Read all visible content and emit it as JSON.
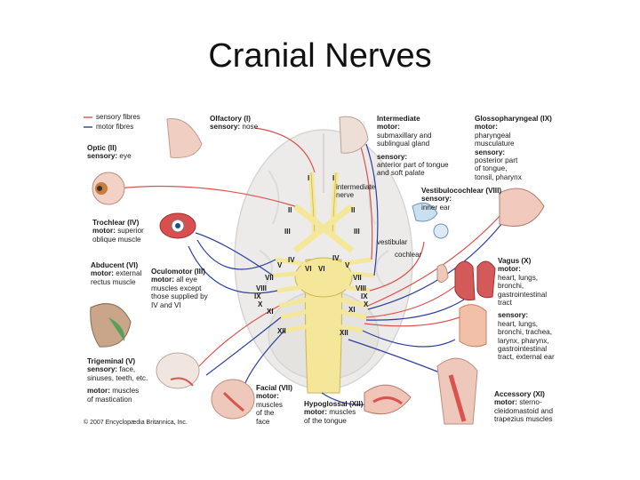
{
  "slide": {
    "title": "Cranial Nerves"
  },
  "legend": {
    "sensory": "sensory fibres",
    "motor": "motor fibres"
  },
  "colors": {
    "sensory": "#d9534f",
    "motor": "#2f3f9e",
    "nerve": "#f4e79a",
    "brain": "#ecebea"
  },
  "roman": [
    "I",
    "I",
    "II",
    "II",
    "III",
    "III",
    "IV",
    "IV",
    "V",
    "V",
    "VI",
    "VI",
    "VII",
    "VII",
    "VIII",
    "VIII",
    "IX",
    "IX",
    "X",
    "X",
    "XI",
    "XI",
    "XII",
    "XII"
  ],
  "nerve_labels": {
    "intermediate": [
      "intermediate",
      "nerve"
    ],
    "vestibular": "vestibular",
    "cochlear": "cochlear"
  },
  "nerves": {
    "olfactory": {
      "name": "Olfactory (I)",
      "lines": [
        [
          "sensory:",
          " nose"
        ]
      ]
    },
    "optic": {
      "name": "Optic (II)",
      "lines": [
        [
          "sensory:",
          " eye"
        ]
      ]
    },
    "trochlear": {
      "name": "Trochlear (IV)",
      "lines": [
        [
          "motor:",
          " superior"
        ],
        [
          "",
          "oblique muscle"
        ]
      ]
    },
    "abducent": {
      "name": "Abducent (VI)",
      "lines": [
        [
          "motor:",
          " external"
        ],
        [
          "",
          "rectus muscle"
        ]
      ]
    },
    "oculomotor": {
      "name": "Oculomotor (III)",
      "lines": [
        [
          "motor:",
          " all eye"
        ],
        [
          "",
          "muscles except"
        ],
        [
          "",
          "those supplied by"
        ],
        [
          "",
          "IV and VI"
        ]
      ]
    },
    "trigeminal": {
      "name": "Trigeminal (V)",
      "lines": [
        [
          "sensory:",
          " face,"
        ],
        [
          "",
          "sinuses, teeth, etc."
        ],
        [
          "",
          ""
        ],
        [
          "motor:",
          " muscles"
        ],
        [
          "",
          "of mastication"
        ]
      ]
    },
    "facial": {
      "name": "Facial (VII)",
      "lines": [
        [
          "motor:",
          ""
        ],
        [
          "",
          "muscles"
        ],
        [
          "",
          "of the"
        ],
        [
          "",
          "face"
        ]
      ]
    },
    "hypoglossal": {
      "name": "Hypoglossal (XII)",
      "lines": [
        [
          "motor:",
          " muscles"
        ],
        [
          "",
          "of the tongue"
        ]
      ]
    },
    "intermediate": {
      "name": "Intermediate",
      "lines": [
        [
          "motor:",
          ""
        ],
        [
          "",
          "submaxillary and"
        ],
        [
          "",
          "sublingual gland"
        ],
        [
          "",
          ""
        ],
        [
          "sensory:",
          ""
        ],
        [
          "",
          "anterior part of tongue"
        ],
        [
          "",
          "and soft palate"
        ]
      ]
    },
    "vestibulocochlear": {
      "name": "Vestibulocochlear (VIII)",
      "lines": [
        [
          "sensory:",
          ""
        ],
        [
          "",
          "inner ear"
        ]
      ]
    },
    "glossopharyngeal": {
      "name": "Glossopharyngeal (IX)",
      "lines": [
        [
          "motor:",
          ""
        ],
        [
          "",
          "pharyngeal"
        ],
        [
          "",
          "musculature"
        ],
        [
          "sensory:",
          ""
        ],
        [
          "",
          "posterior part"
        ],
        [
          "",
          "of tongue,"
        ],
        [
          "",
          "tonsil, pharynx"
        ]
      ]
    },
    "vagus": {
      "name": "Vagus (X)",
      "lines": [
        [
          "motor:",
          ""
        ],
        [
          "",
          "heart, lungs,"
        ],
        [
          "",
          "bronchi,"
        ],
        [
          "",
          "gastrointestinal"
        ],
        [
          "",
          "tract"
        ],
        [
          "",
          ""
        ],
        [
          "sensory:",
          ""
        ],
        [
          "",
          "heart, lungs,"
        ],
        [
          "",
          "bronchi, trachea,"
        ],
        [
          "",
          "larynx, pharynx,"
        ],
        [
          "",
          "gastrointestinal"
        ],
        [
          "",
          "tract, external ear"
        ]
      ]
    },
    "accessory": {
      "name": "Accessory (XI)",
      "lines": [
        [
          "motor:",
          " sterno-"
        ],
        [
          "",
          "cleidomastoid and"
        ],
        [
          "",
          "trapezius muscles"
        ]
      ]
    }
  },
  "copyright": "© 2007 Encyclopædia Britannica, Inc."
}
